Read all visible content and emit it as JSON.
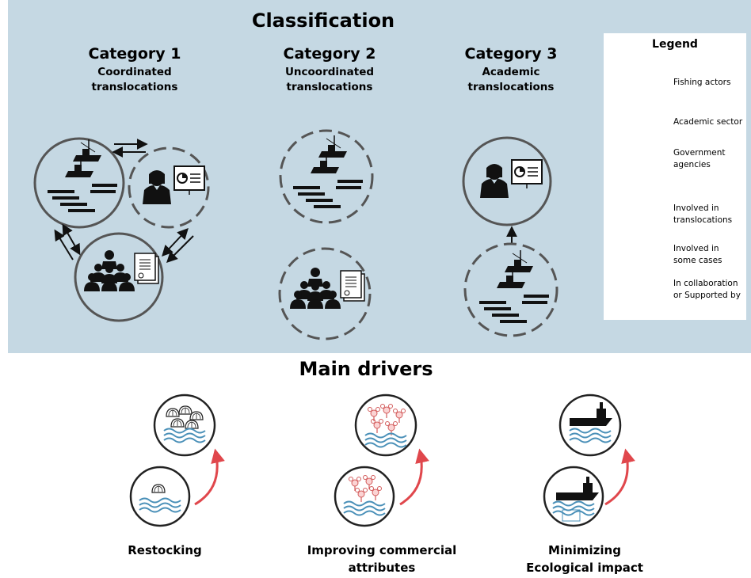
{
  "classification": {
    "title": "Classification",
    "categories": [
      {
        "name": "Category 1",
        "subtitle": "Coordinated translocations"
      },
      {
        "name": "Category 2",
        "subtitle": "Uncoordinated translocations"
      },
      {
        "name": "Category 3",
        "subtitle": "Academic translocations"
      }
    ]
  },
  "legend": {
    "title": "Legend",
    "items": [
      {
        "icon": "fishing-boats-icon",
        "label": "Fishing actors"
      },
      {
        "icon": "academic-presenter-icon",
        "label": "Academic sector"
      },
      {
        "icon": "government-group-icon",
        "label": "Government agencies"
      },
      {
        "icon": "solid-circle",
        "label": "Involved in translocations"
      },
      {
        "icon": "dashed-circle",
        "label": "Involved in some cases"
      },
      {
        "icon": "arrow-icon",
        "label": "In collaboration or Supported by"
      }
    ]
  },
  "drivers": {
    "title": "Main drivers",
    "items": [
      {
        "label": "Restocking",
        "icon": "clam-icon"
      },
      {
        "label": "Improving commercial attributes",
        "icon": "lobster-icon"
      },
      {
        "label": "Minimizing Ecological impact",
        "icon": "ship-icon"
      }
    ]
  },
  "colors": {
    "panel": "#c5d8e3",
    "circle_stroke": "#555555",
    "arrow_red": "#e0474c",
    "wave": "#4a90b8"
  }
}
